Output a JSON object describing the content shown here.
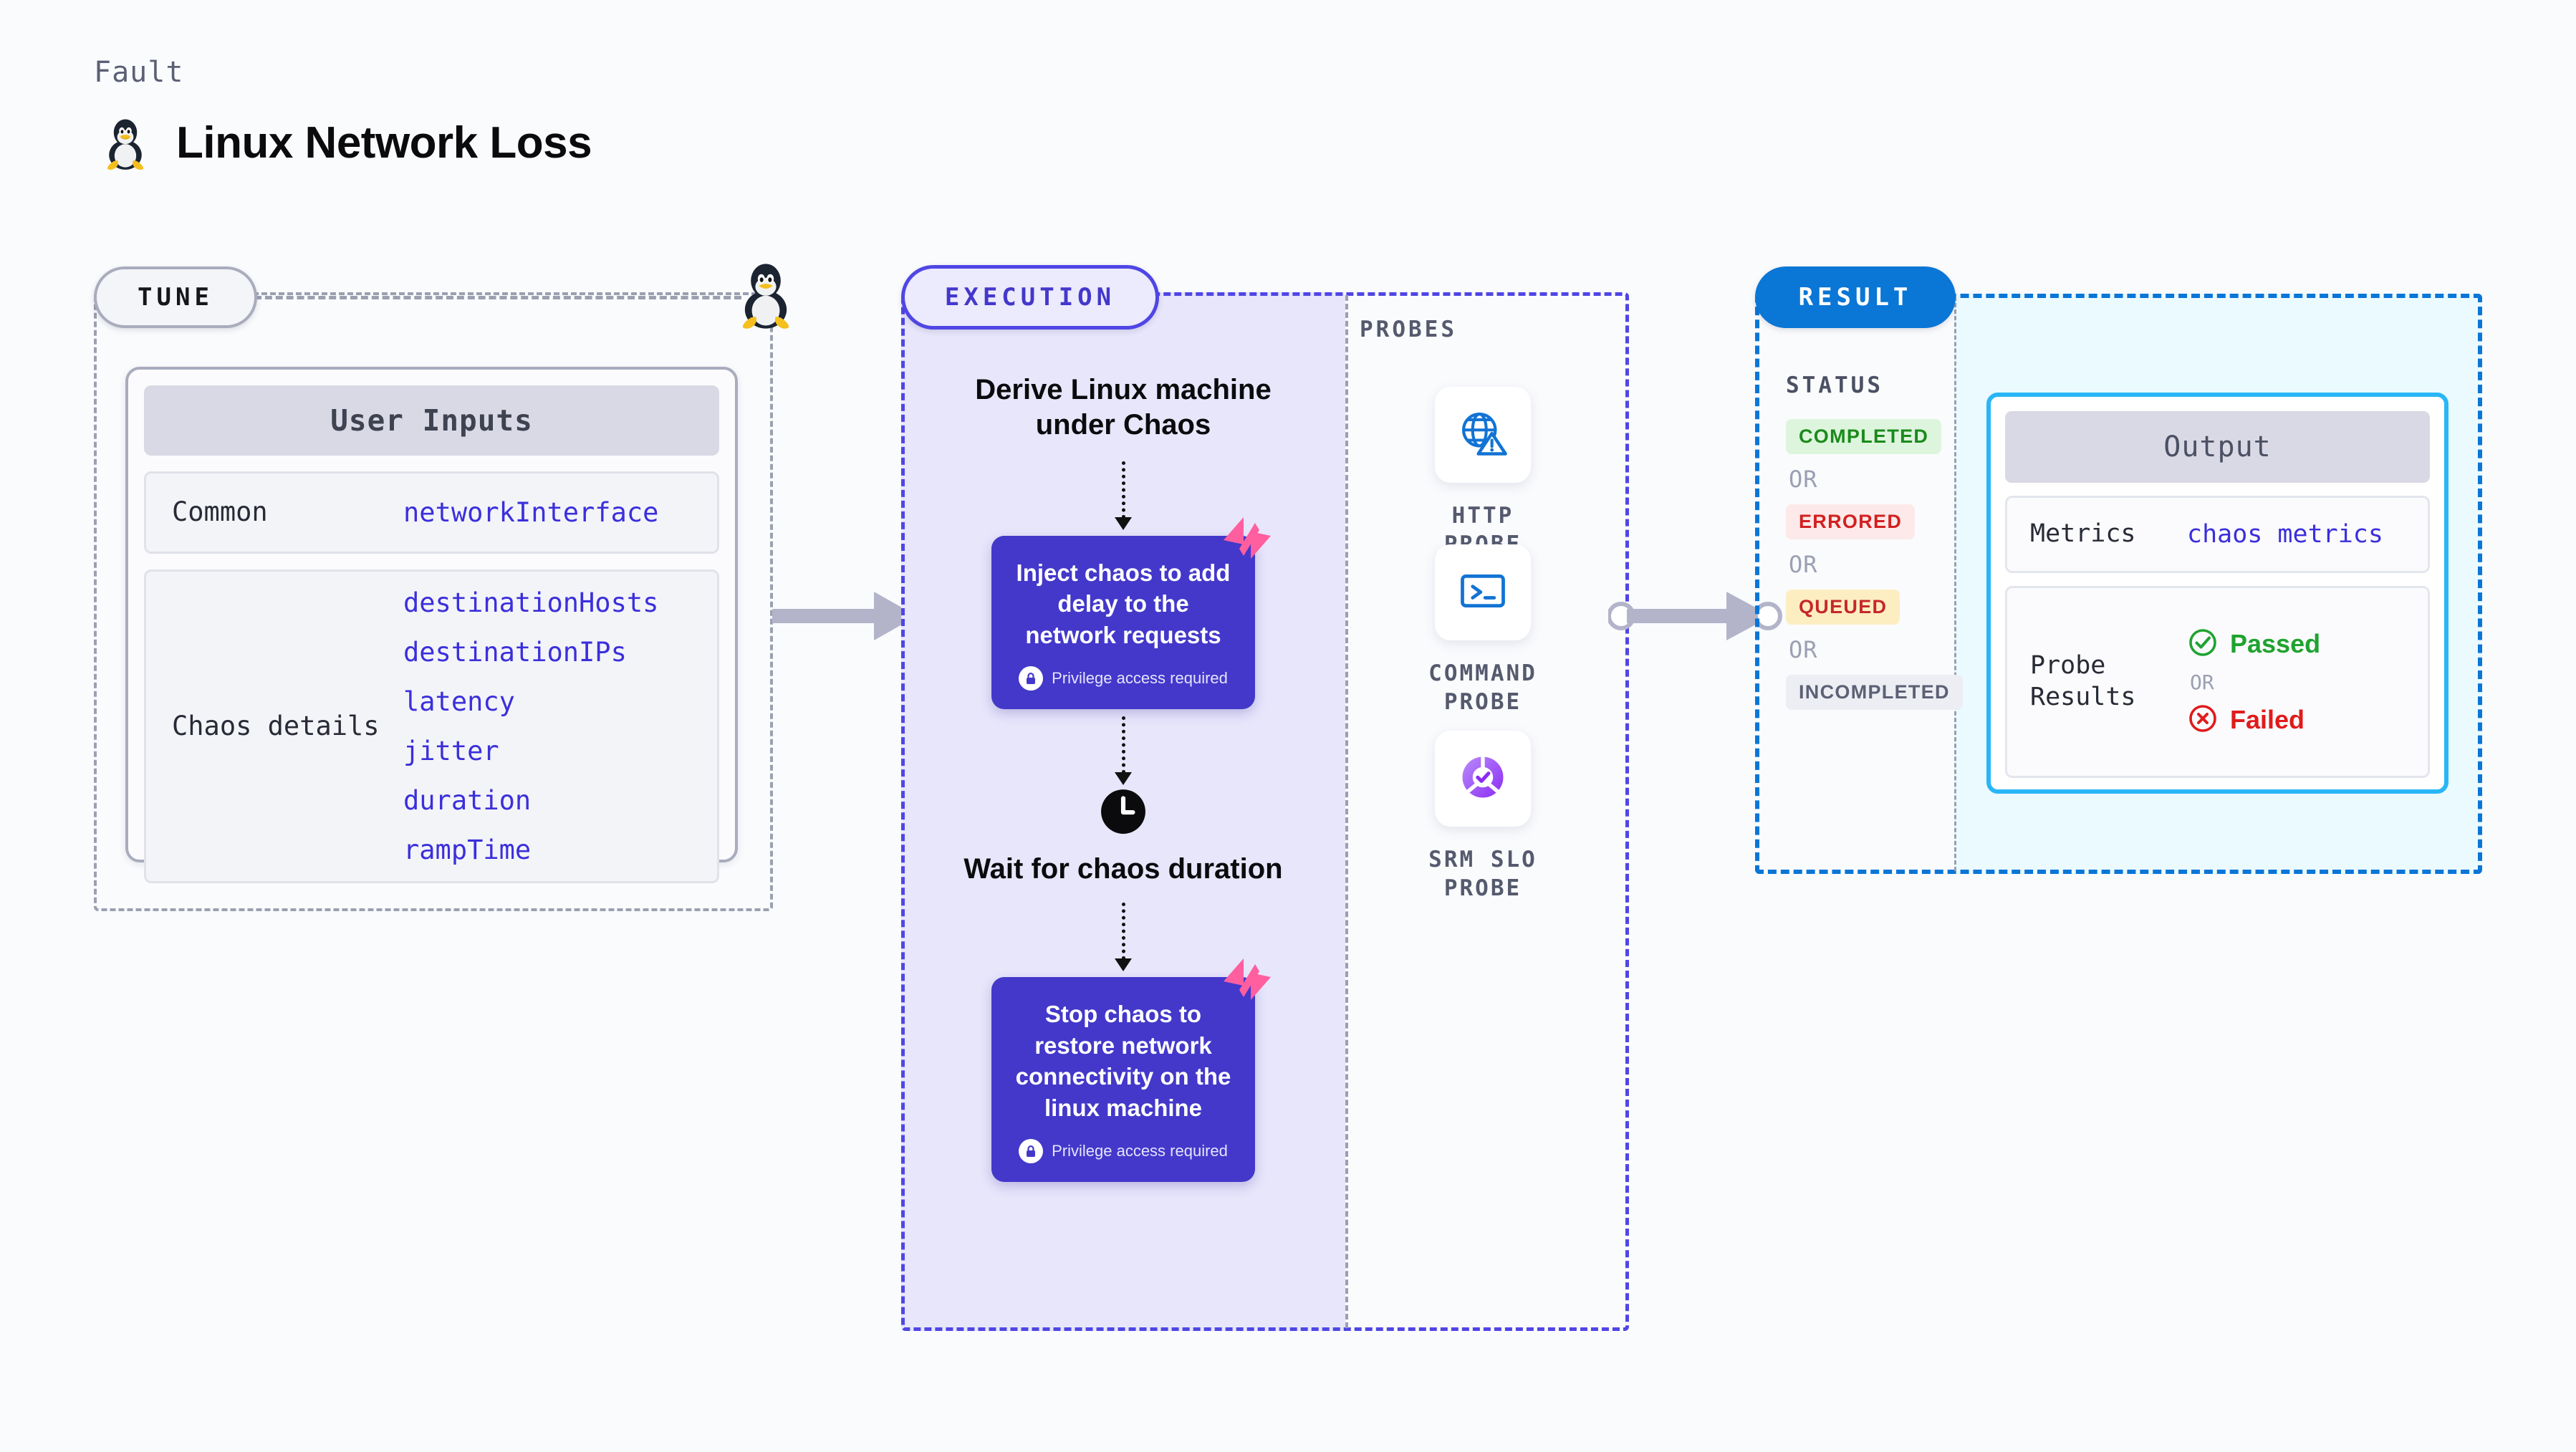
{
  "header": {
    "kicker": "Fault",
    "title": "Linux Network Loss",
    "icon": "tux-penguin-icon"
  },
  "tune": {
    "badge": "TUNE",
    "card_header": "User Inputs",
    "sections": [
      {
        "label": "Common",
        "values": [
          "networkInterface"
        ]
      },
      {
        "label": "Chaos details",
        "values": [
          "destinationHosts",
          "destinationIPs",
          "latency",
          "jitter",
          "duration",
          "rampTime"
        ]
      }
    ]
  },
  "execution": {
    "badge": "EXECUTION",
    "steps": [
      {
        "kind": "title",
        "text": "Derive Linux machine under Chaos"
      },
      {
        "kind": "chaos",
        "text": "Inject chaos to add delay to the network requests",
        "privilege": "Privilege access required"
      },
      {
        "kind": "wait",
        "text": "Wait for chaos duration"
      },
      {
        "kind": "chaos",
        "text": "Stop chaos to restore network connectivity on the linux machine",
        "privilege": "Privilege access required"
      }
    ]
  },
  "probes": {
    "label": "PROBES",
    "items": [
      {
        "name": "HTTP PROBE",
        "icon": "globe-warning-icon"
      },
      {
        "name": "COMMAND PROBE",
        "icon": "terminal-icon"
      },
      {
        "name": "SRM SLO PROBE",
        "icon": "slo-donut-check-icon"
      }
    ]
  },
  "result": {
    "badge": "RESULT",
    "status_label": "STATUS",
    "or_text": "OR",
    "statuses": [
      {
        "text": "COMPLETED",
        "bg": "#ddf5dd",
        "fg": "#1b8a1b"
      },
      {
        "text": "ERRORED",
        "bg": "#fde9e9",
        "fg": "#d32020"
      },
      {
        "text": "QUEUED",
        "bg": "#fdeec2",
        "fg": "#c62828"
      },
      {
        "text": "INCOMPLETED",
        "bg": "#eceef4",
        "fg": "#5c6075"
      }
    ],
    "output": {
      "header": "Output",
      "metrics_label": "Metrics",
      "metrics_value": "chaos metrics",
      "probe_label": "Probe Results",
      "passed": "Passed",
      "failed": "Failed",
      "or_text": "OR",
      "passed_color": "#1fa32f",
      "failed_color": "#e01b1b"
    }
  },
  "colors": {
    "accent_indigo": "#4338ca",
    "accent_blue": "#0a76d6",
    "accent_cyan": "#29b6f6",
    "harness_pink": "#ff6b9d",
    "exec_fill": "#e7e6fb",
    "result_fill": "#eafaff"
  }
}
